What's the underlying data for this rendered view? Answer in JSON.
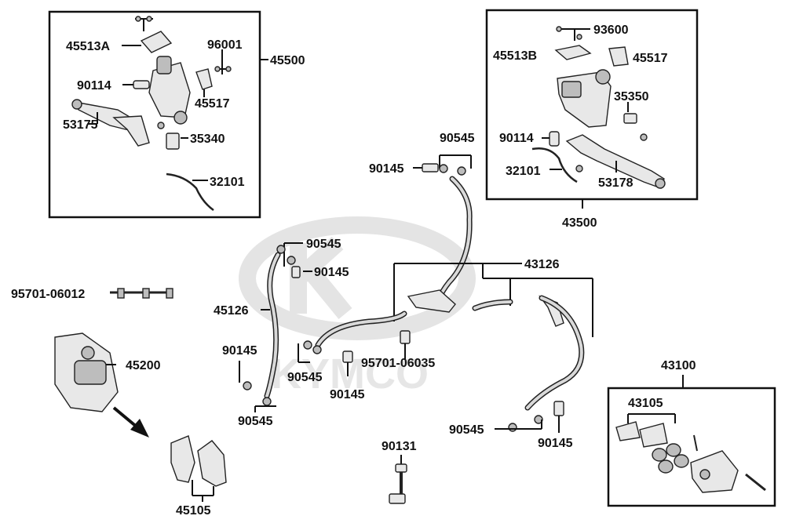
{
  "watermark": {
    "text": "KYMCO"
  },
  "callouts": {
    "c45513A": "45513A",
    "c96001": "96001",
    "c45500": "45500",
    "c90114a": "90114",
    "c45517a": "45517",
    "c53175": "53175",
    "c35340": "35340",
    "c32101a": "32101",
    "c93600": "93600",
    "c45513B": "45513B",
    "c45517b": "45517",
    "c35350": "35350",
    "c90114b": "90114",
    "c32101b": "32101",
    "c53178": "53178",
    "c43500": "43500",
    "c90545a": "90545",
    "c90145a": "90145",
    "c90545b": "90545",
    "c90145b": "90145",
    "c43126": "43126",
    "c95701_06012": "95701-06012",
    "c45126": "45126",
    "c90145c": "90145",
    "c95701_06035": "95701-06035",
    "c90545c": "90545",
    "c90145d": "90145",
    "c90545d": "90545",
    "c45200": "45200",
    "c43100": "43100",
    "c43105": "43105",
    "c90545e": "90545",
    "c90145e": "90145",
    "c90131": "90131",
    "c45105": "45105"
  }
}
